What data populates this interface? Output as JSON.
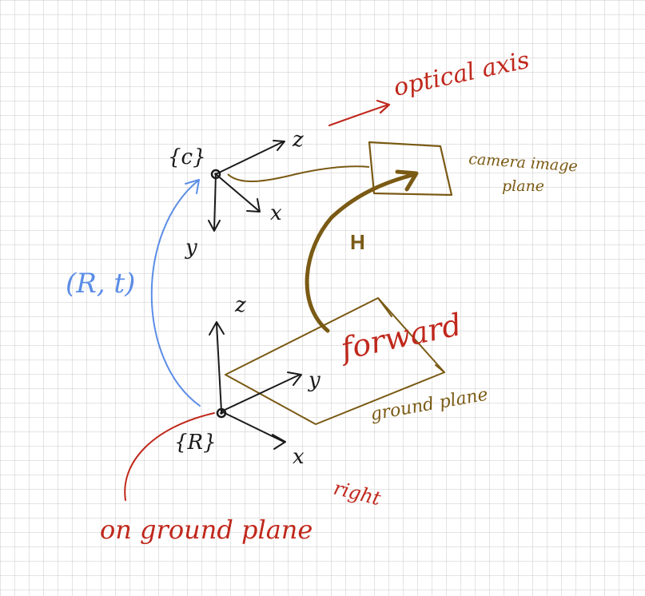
{
  "colors": {
    "grid": "#c9c9c9",
    "ink": "#1a1a1a",
    "brown": "#7a5a14",
    "red": "#c0281c",
    "blue": "#5b8de6"
  },
  "labels": {
    "optical_axis": "optical axis",
    "frame_c": "{c}",
    "c_z": "z",
    "c_x": "x",
    "c_y": "y",
    "camera_image_plane_line1": "camera image",
    "camera_image_plane_line2": "plane",
    "homography": "H",
    "rotation_translation": "(R, t)",
    "r_z": "z",
    "r_y": "y",
    "r_x": "x",
    "frame_r": "{R}",
    "forward": "forward",
    "ground_plane": "ground plane",
    "right": "right",
    "on_ground_plane": "on ground plane"
  }
}
